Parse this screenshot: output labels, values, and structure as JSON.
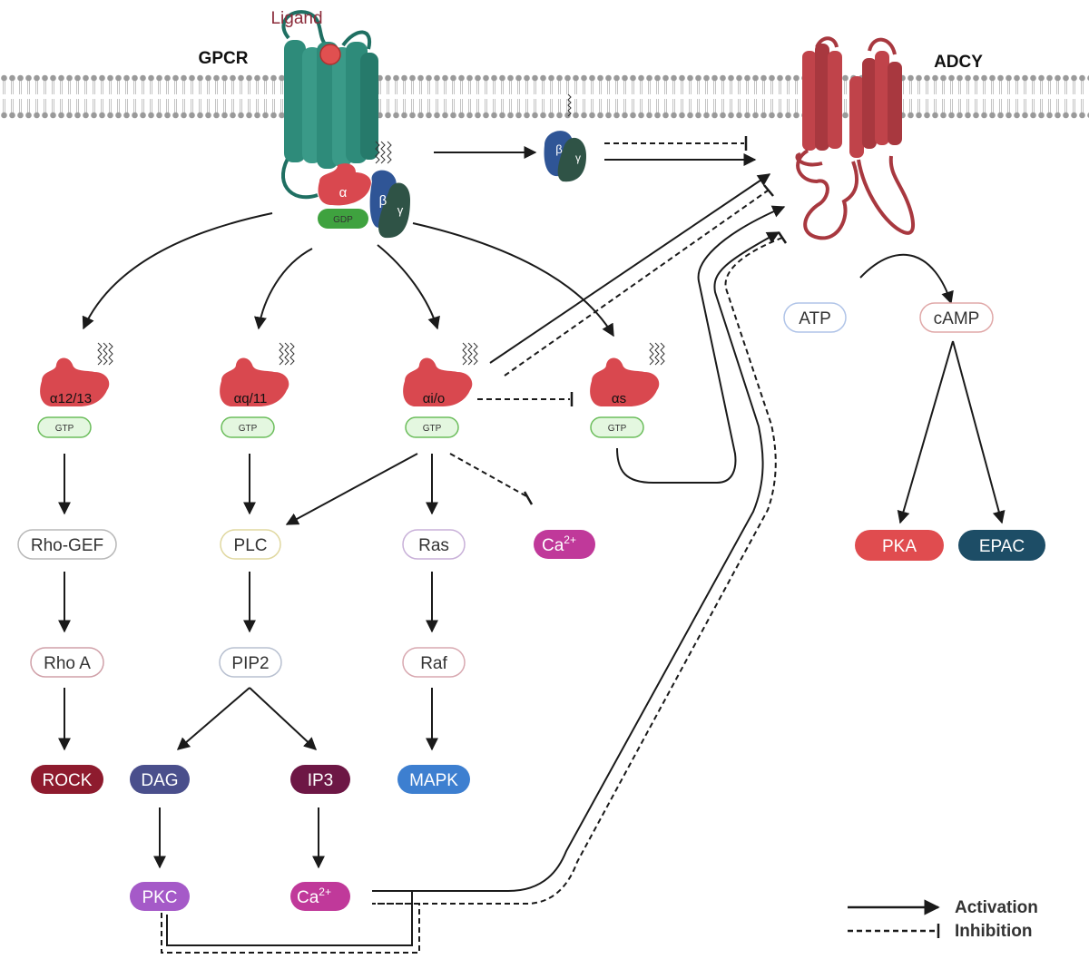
{
  "labels": {
    "gpcr": "GPCR",
    "ligand": "Ligand",
    "adcy": "ADCY",
    "alpha": "α",
    "beta": "β",
    "gamma": "γ",
    "gdp": "GDP",
    "gtp": "GTP"
  },
  "subunits": {
    "a12": "α12/13",
    "aq": "αq/11",
    "ai": "αi/o",
    "as": "αs"
  },
  "nodes": {
    "rho_gef": "Rho-GEF",
    "rho_a": "Rho A",
    "rock": "ROCK",
    "plc": "PLC",
    "pip2": "PIP2",
    "dag": "DAG",
    "ip3": "IP3",
    "pkc": "PKC",
    "ca_base": "Ca",
    "ca_sup": "2+",
    "ras": "Ras",
    "raf": "Raf",
    "mapk": "MAPK",
    "atp": "ATP",
    "camp": "cAMP",
    "pka": "PKA",
    "epac": "EPAC"
  },
  "legend": {
    "activation": "Activation",
    "inhibition": "Inhibition"
  },
  "colors": {
    "gpcr_teal": "#2e8b7a",
    "galpha_red": "#d9484f",
    "adcy_red": "#c0434a",
    "gdp_green": "#3fa23f",
    "beta_blue": "#2f5596",
    "gamma_green": "#2f5346",
    "rock": "#8e1b2e",
    "dag": "#4a4f8c",
    "ip3": "#6d1745",
    "pkc": "#a55ac8",
    "ca": "#c0399a",
    "mapk": "#3d7fd0",
    "pka": "#e04c4f",
    "epac": "#1d4d66"
  }
}
